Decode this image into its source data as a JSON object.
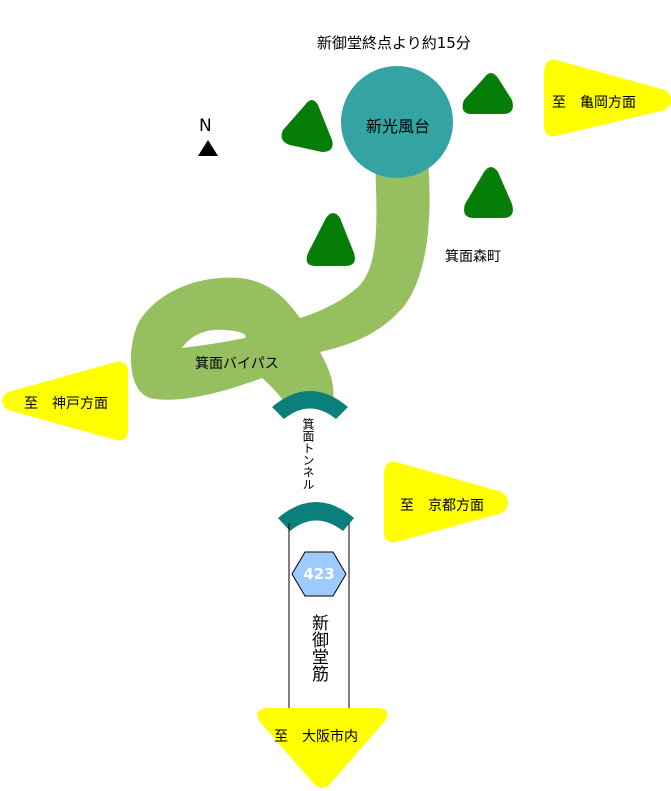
{
  "header": {
    "title": "新御堂終点より約15分"
  },
  "compass": {
    "letter": "N"
  },
  "destination": {
    "name": "新光風台"
  },
  "areas": [
    {
      "name": "箕面森町"
    }
  ],
  "roads": {
    "bypass": "箕面バイパス",
    "tunnel": "箕面トンネル",
    "main": "新御堂筋",
    "route_number": "423"
  },
  "directions": [
    {
      "id": "kameoka",
      "label": "至　亀岡方面"
    },
    {
      "id": "kobe",
      "label": "至　神戸方面"
    },
    {
      "id": "kyoto",
      "label": "至　京都方面"
    },
    {
      "id": "osaka",
      "label": "至　大阪市内"
    }
  ],
  "colors": {
    "road": "#96bf5f",
    "station": "#33a3a3",
    "tunnel": "#0b7f7a",
    "tree": "#067d06",
    "arrow": "#ffff00",
    "route_badge": "#9dcbff"
  }
}
